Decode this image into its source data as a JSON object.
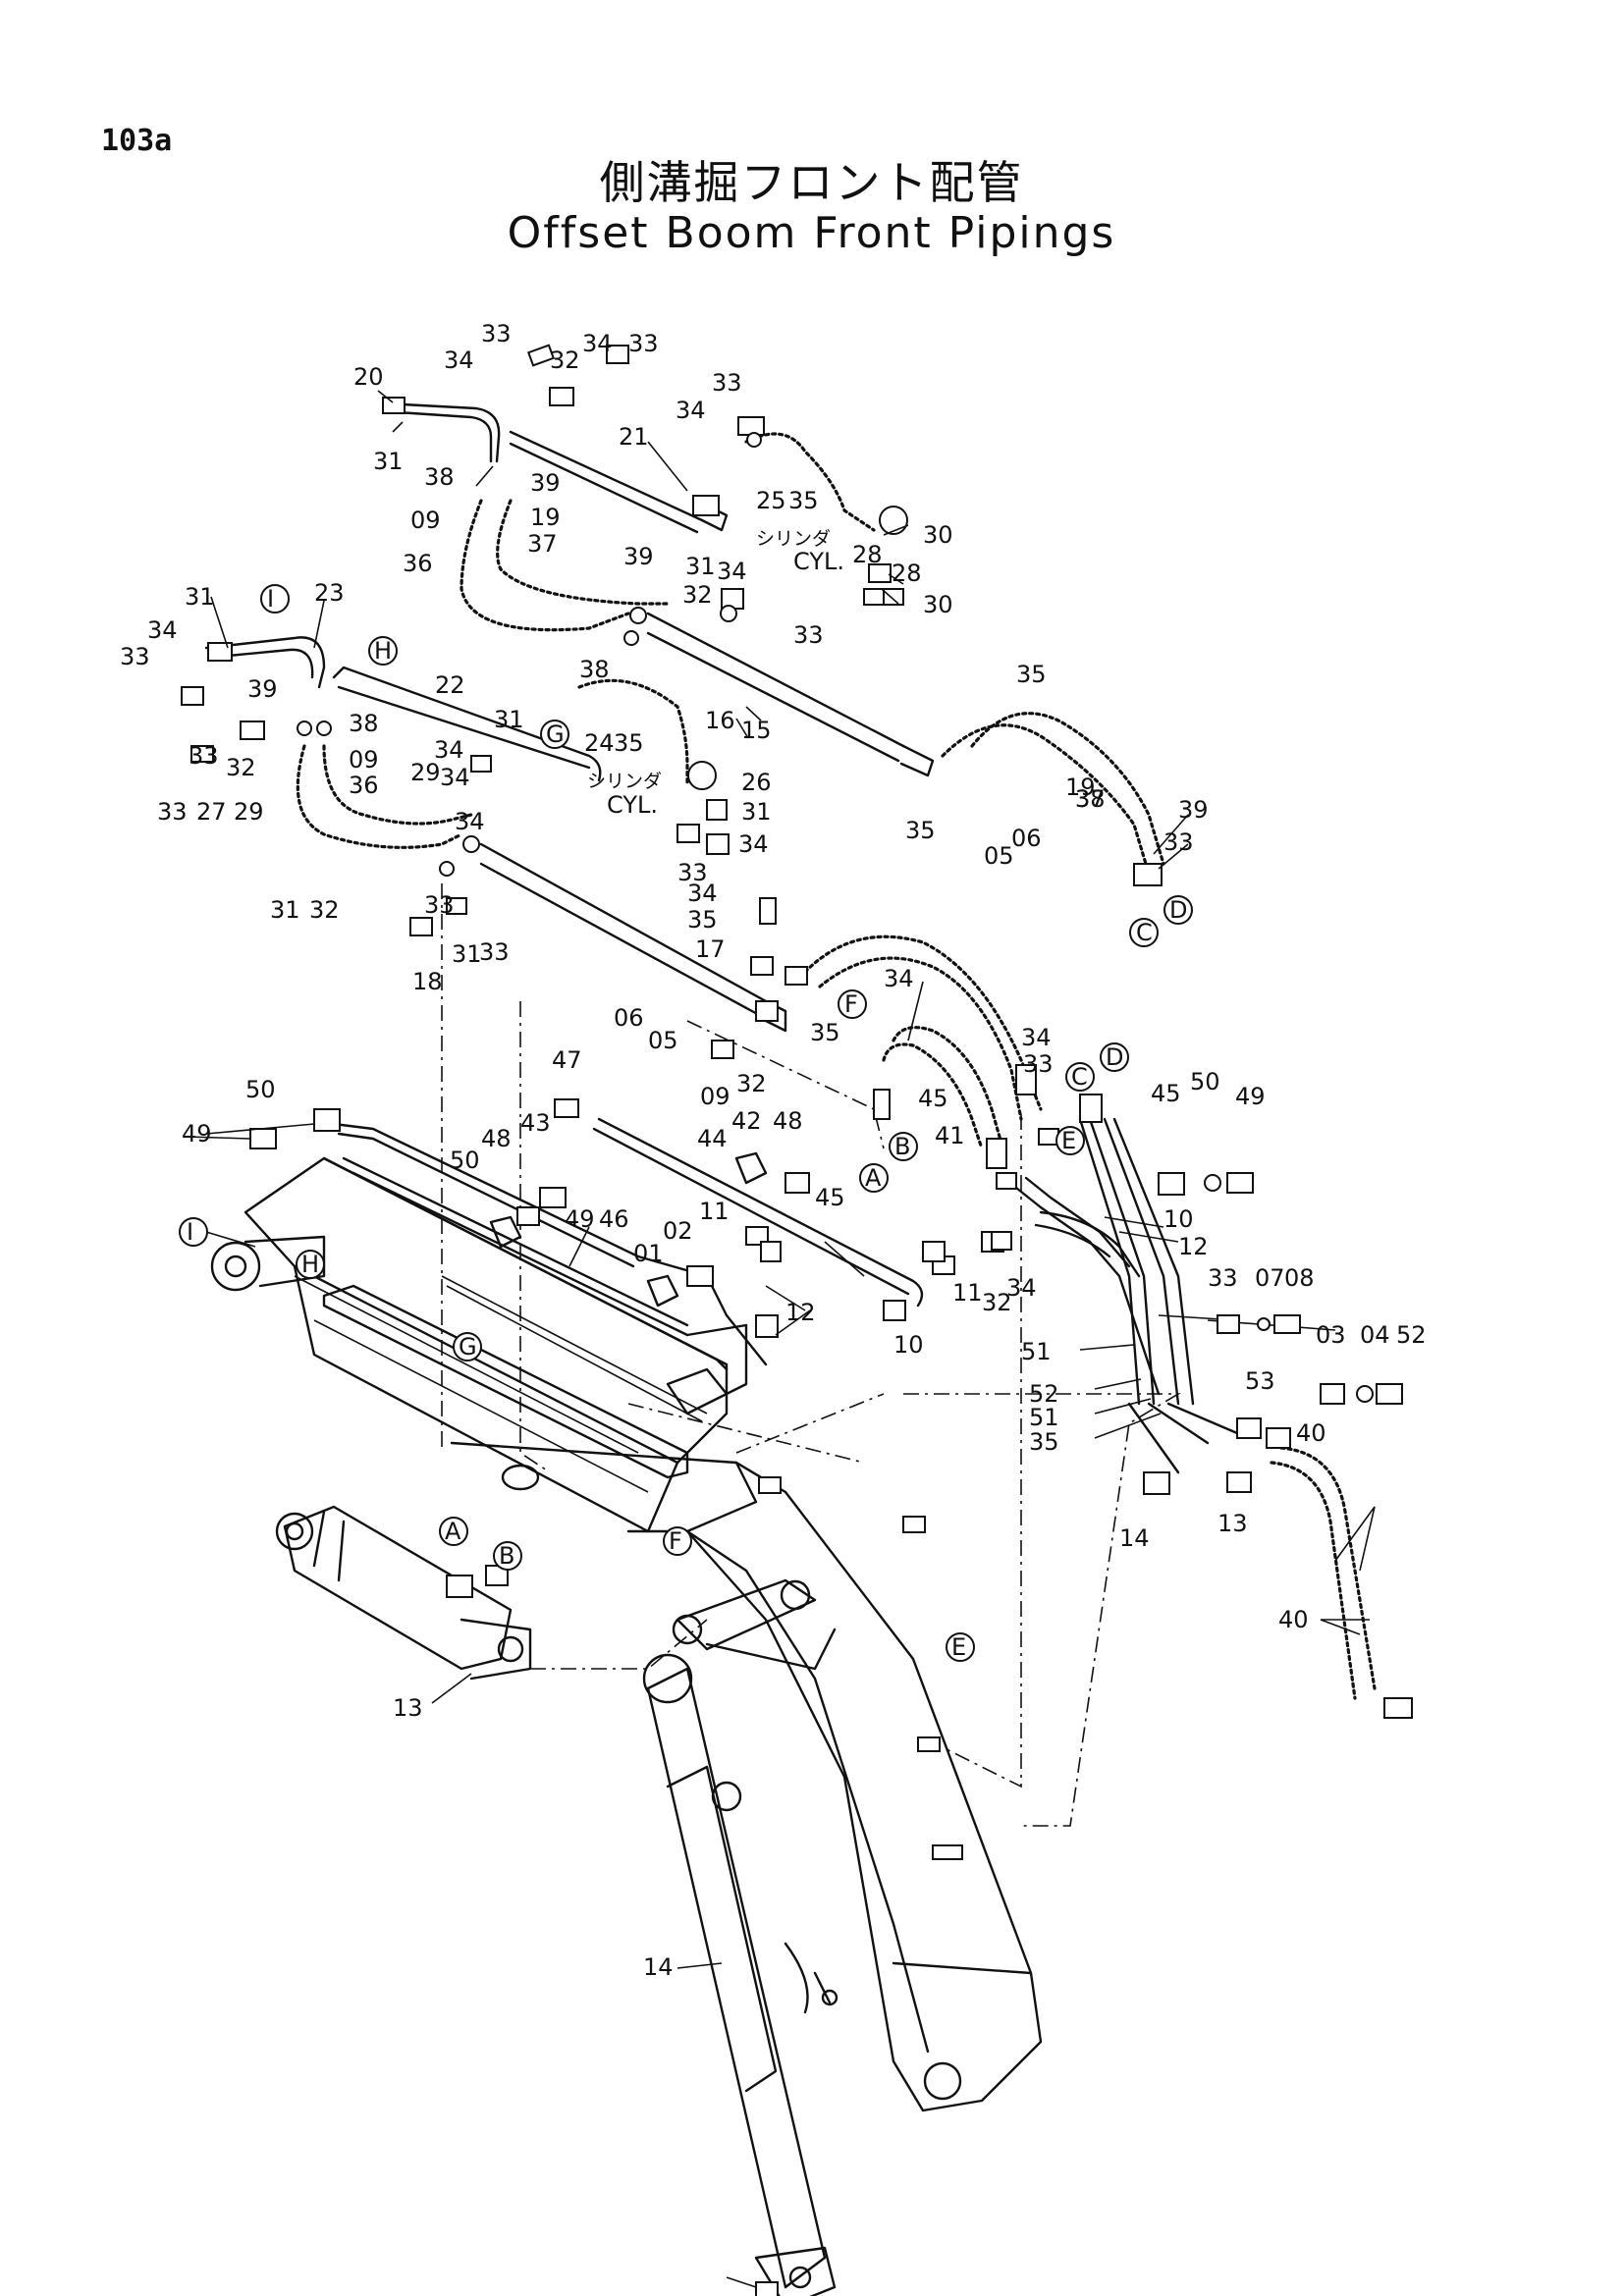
{
  "page": {
    "number": "103a",
    "title_ja": "側溝掘フロント配管",
    "title_en": "Offset Boom Front Pipings"
  },
  "callouts": [
    {
      "id": "c1",
      "text": "33"
    },
    {
      "id": "c2",
      "text": "34"
    },
    {
      "id": "c3",
      "text": "32"
    },
    {
      "id": "c4",
      "text": "34"
    },
    {
      "id": "c5",
      "text": "33"
    },
    {
      "id": "c6",
      "text": "20"
    },
    {
      "id": "c7",
      "text": "31"
    },
    {
      "id": "c8",
      "text": "21"
    },
    {
      "id": "c9",
      "text": "33"
    },
    {
      "id": "c10",
      "text": "34"
    },
    {
      "id": "c11",
      "text": "38"
    },
    {
      "id": "c12",
      "text": "39"
    },
    {
      "id": "c13",
      "text": "09"
    },
    {
      "id": "c14",
      "text": "19"
    },
    {
      "id": "c15",
      "text": "36"
    },
    {
      "id": "c16",
      "text": "37"
    },
    {
      "id": "c17",
      "text": "25"
    },
    {
      "id": "c18",
      "text": "35"
    },
    {
      "id": "c19",
      "text": "30"
    },
    {
      "id": "c20",
      "text": "28"
    },
    {
      "id": "c21",
      "text": "28"
    },
    {
      "id": "c22",
      "text": "30"
    },
    {
      "id": "c23",
      "text": "39"
    },
    {
      "id": "c24",
      "text": "31"
    },
    {
      "id": "c25",
      "text": "34"
    },
    {
      "id": "c26",
      "text": "32"
    },
    {
      "id": "c27",
      "text": "33"
    },
    {
      "id": "c28",
      "text": "38"
    },
    {
      "id": "c29",
      "text": "31"
    },
    {
      "id": "c30",
      "text": "23"
    },
    {
      "id": "c31",
      "text": "34"
    },
    {
      "id": "c32",
      "text": "33"
    },
    {
      "id": "c33",
      "text": "39"
    },
    {
      "id": "c34",
      "text": "38"
    },
    {
      "id": "c35",
      "text": "22"
    },
    {
      "id": "c36",
      "text": "16"
    },
    {
      "id": "c37",
      "text": "15"
    },
    {
      "id": "c38",
      "text": "35"
    },
    {
      "id": "c39",
      "text": "24"
    },
    {
      "id": "c40",
      "text": "35"
    },
    {
      "id": "c41",
      "text": "31"
    },
    {
      "id": "c42",
      "text": "33"
    },
    {
      "id": "c43",
      "text": "34"
    },
    {
      "id": "c44",
      "text": "32"
    },
    {
      "id": "c45",
      "text": "09"
    },
    {
      "id": "c46",
      "text": "36"
    },
    {
      "id": "c47",
      "text": "34"
    },
    {
      "id": "c48",
      "text": "33"
    },
    {
      "id": "c49",
      "text": "29"
    },
    {
      "id": "c50",
      "text": "27"
    },
    {
      "id": "c51",
      "text": "29"
    },
    {
      "id": "c52",
      "text": "26"
    },
    {
      "id": "c53",
      "text": "31"
    },
    {
      "id": "c54",
      "text": "34"
    },
    {
      "id": "c55",
      "text": "33"
    },
    {
      "id": "c56",
      "text": "35"
    },
    {
      "id": "c57",
      "text": "05"
    },
    {
      "id": "c58",
      "text": "06"
    },
    {
      "id": "c59",
      "text": "38"
    },
    {
      "id": "c60",
      "text": "37"
    },
    {
      "id": "c61",
      "text": "19"
    },
    {
      "id": "c62",
      "text": "39"
    },
    {
      "id": "c63",
      "text": "33"
    },
    {
      "id": "c64",
      "text": "34"
    },
    {
      "id": "c65",
      "text": "31"
    },
    {
      "id": "c66",
      "text": "32"
    },
    {
      "id": "c67",
      "text": "33"
    },
    {
      "id": "c68",
      "text": "34"
    },
    {
      "id": "c69",
      "text": "35"
    },
    {
      "id": "c70",
      "text": "17"
    },
    {
      "id": "c71",
      "text": "18"
    },
    {
      "id": "c72",
      "text": "31"
    },
    {
      "id": "c73",
      "text": "33"
    },
    {
      "id": "c74",
      "text": "34"
    },
    {
      "id": "c75",
      "text": "06"
    },
    {
      "id": "c76",
      "text": "05"
    },
    {
      "id": "c77",
      "text": "35"
    },
    {
      "id": "c78",
      "text": "09"
    },
    {
      "id": "c79",
      "text": "32"
    },
    {
      "id": "c80",
      "text": "34"
    },
    {
      "id": "c81",
      "text": "33"
    },
    {
      "id": "c82",
      "text": "45"
    },
    {
      "id": "c83",
      "text": "41"
    },
    {
      "id": "c84",
      "text": "45"
    },
    {
      "id": "c85",
      "text": "50"
    },
    {
      "id": "c86",
      "text": "49"
    },
    {
      "id": "c87",
      "text": "47"
    },
    {
      "id": "c88",
      "text": "50"
    },
    {
      "id": "c89",
      "text": "49"
    },
    {
      "id": "c90",
      "text": "48"
    },
    {
      "id": "c91",
      "text": "43"
    },
    {
      "id": "c92",
      "text": "44"
    },
    {
      "id": "c93",
      "text": "42"
    },
    {
      "id": "c94",
      "text": "48"
    },
    {
      "id": "c95",
      "text": "50"
    },
    {
      "id": "c96",
      "text": "49"
    },
    {
      "id": "c97",
      "text": "46"
    },
    {
      "id": "c98",
      "text": "45"
    },
    {
      "id": "c99",
      "text": "01"
    },
    {
      "id": "c100",
      "text": "02"
    },
    {
      "id": "c101",
      "text": "11"
    },
    {
      "id": "c102",
      "text": "12"
    },
    {
      "id": "c103",
      "text": "10"
    },
    {
      "id": "c104",
      "text": "10"
    },
    {
      "id": "c105",
      "text": "12"
    },
    {
      "id": "c106",
      "text": "11"
    },
    {
      "id": "c107",
      "text": "32"
    },
    {
      "id": "c108",
      "text": "34"
    },
    {
      "id": "c109",
      "text": "33"
    },
    {
      "id": "c110",
      "text": "07"
    },
    {
      "id": "c111",
      "text": "08"
    },
    {
      "id": "c112",
      "text": "03"
    },
    {
      "id": "c113",
      "text": "04"
    },
    {
      "id": "c114",
      "text": "52"
    },
    {
      "id": "c115",
      "text": "51"
    },
    {
      "id": "c116",
      "text": "52"
    },
    {
      "id": "c117",
      "text": "51"
    },
    {
      "id": "c118",
      "text": "35"
    },
    {
      "id": "c119",
      "text": "53"
    },
    {
      "id": "c120",
      "text": "40"
    },
    {
      "id": "c121",
      "text": "13"
    },
    {
      "id": "c122",
      "text": "14"
    }
  ],
  "notes": [
    {
      "id": "n1",
      "ja": "シリンダ",
      "en": "CYL."
    },
    {
      "id": "n2",
      "ja": "シリンダ",
      "en": "CYL."
    }
  ],
  "connection_markers": [
    {
      "id": "m1",
      "text": "I"
    },
    {
      "id": "m2",
      "text": "H"
    },
    {
      "id": "m3",
      "text": "G"
    },
    {
      "id": "m4",
      "text": "C"
    },
    {
      "id": "m5",
      "text": "D"
    },
    {
      "id": "m6",
      "text": "F"
    },
    {
      "id": "m7",
      "text": "C"
    },
    {
      "id": "m8",
      "text": "D"
    },
    {
      "id": "m9",
      "text": "B"
    },
    {
      "id": "m10",
      "text": "A"
    },
    {
      "id": "m11",
      "text": "E"
    },
    {
      "id": "m12",
      "text": "I"
    },
    {
      "id": "m13",
      "text": "H"
    },
    {
      "id": "m14",
      "text": "G"
    },
    {
      "id": "m15",
      "text": "F"
    },
    {
      "id": "m16",
      "text": "A"
    },
    {
      "id": "m17",
      "text": "B"
    },
    {
      "id": "m18",
      "text": "E"
    }
  ]
}
